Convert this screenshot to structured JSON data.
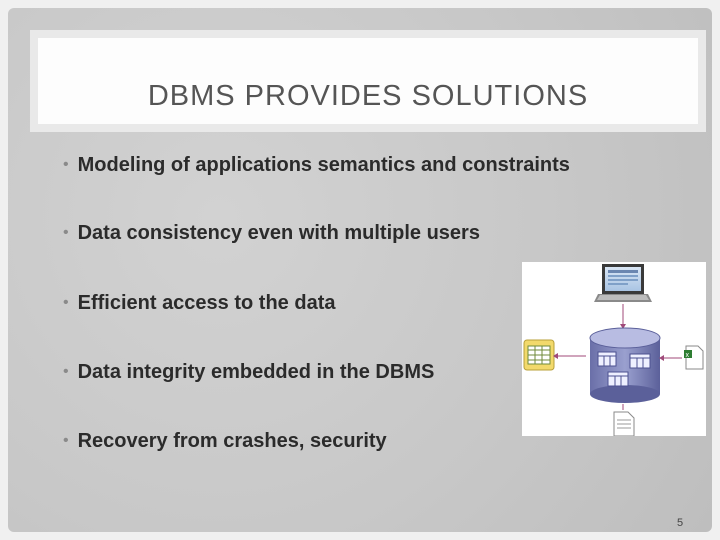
{
  "slide": {
    "title": "DBMS PROVIDES SOLUTIONS",
    "bullets": [
      "Modeling of applications semantics and constraints",
      "Data consistency even with multiple users",
      "Efficient access to the data",
      "Data integrity embedded in the DBMS",
      "Recovery from crashes, security"
    ],
    "bullet_marker": "•",
    "page_number": "5",
    "diagram": {
      "icons": [
        "laptop-icon",
        "spreadsheet-icon",
        "database-icon",
        "excel-file-icon",
        "document-icon"
      ]
    }
  }
}
